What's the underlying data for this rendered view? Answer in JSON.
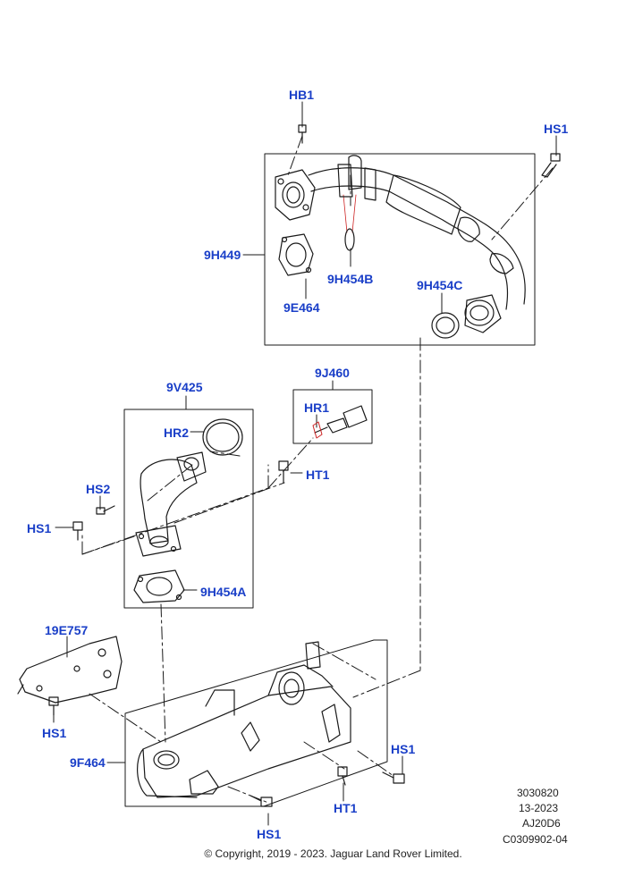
{
  "callouts": {
    "hb1": "HB1",
    "hs1_top": "HS1",
    "9h449": "9H449",
    "9h454b": "9H454B",
    "9h454c": "9H454C",
    "9e464": "9E464",
    "9v425": "9V425",
    "9j460": "9J460",
    "hr1": "HR1",
    "hr2": "HR2",
    "ht1_mid": "HT1",
    "hs2": "HS2",
    "hs1_mid": "HS1",
    "9h454a": "9H454A",
    "19e757": "19E757",
    "hs1_left": "HS1",
    "9f464": "9F464",
    "hs1_right": "HS1",
    "ht1_bottom": "HT1",
    "hs1_bottom": "HS1"
  },
  "reference": {
    "line1": "3030820",
    "line2": "13-2023",
    "line3": "AJ20D6",
    "line4": "C0309902-04"
  },
  "copyright": "© Copyright, 2019 - 2023. Jaguar Land Rover Limited."
}
